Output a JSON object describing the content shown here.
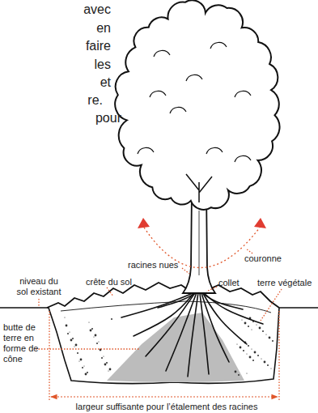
{
  "diagram": {
    "labels": [
      "avec",
      "en",
      "faire",
      "les",
      "et",
      "re.",
      "pour",
      "couronne",
      "racines nues",
      "crête du sol",
      "niveau du sol existant",
      "collet",
      "terre végétale",
      "butte de terre en forme de cône",
      "largeur suffisante pour l’étalement des racines"
    ]
  }
}
